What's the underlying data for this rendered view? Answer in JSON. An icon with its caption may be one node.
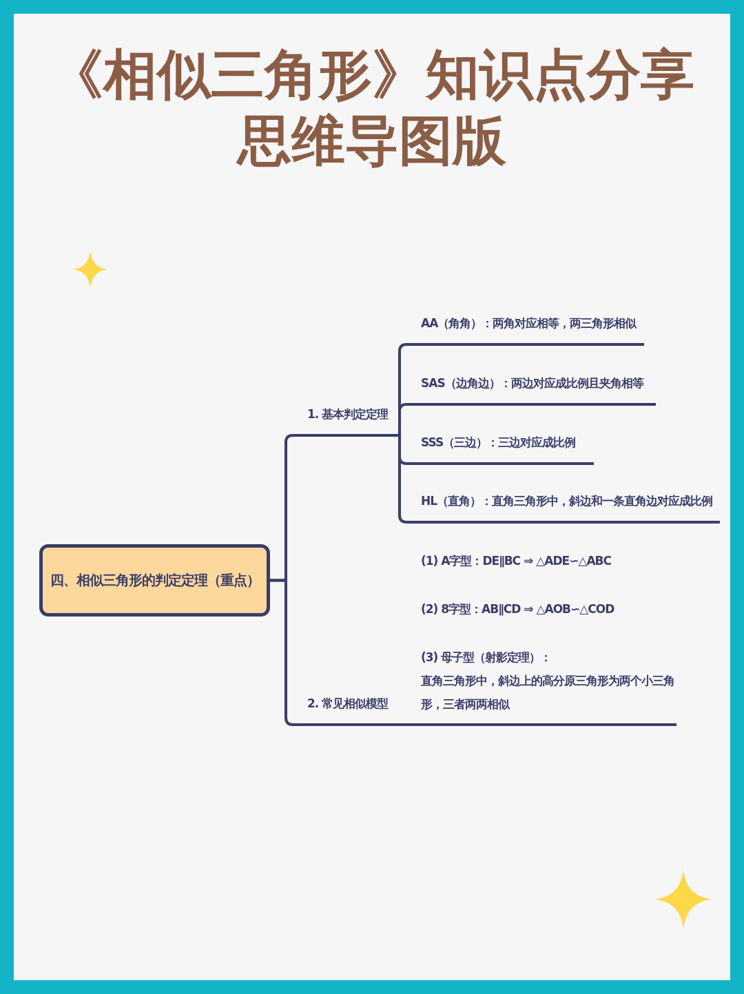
{
  "diagram": {
    "title": "《相似三角形》知识点分享思维导图版",
    "nodes": [
      {
        "text": [
          "四、相似三角形的判定定理（重点）"
        ]
      },
      {
        "text": [
          "1. 基本判定定理"
        ]
      },
      {
        "text": [
          "AA（角角）：两角对应相等，两三角形相似"
        ]
      },
      {
        "text": [
          "SAS（边角边）：两边对应成比例且夹角相等"
        ]
      },
      {
        "text": [
          "SSS（三边）：三边对应成比例"
        ]
      },
      {
        "text": [
          "HL（直角）：直角三角形中，斜边和一条直角边对应成比例"
        ]
      },
      {
        "text": [
          "2. 常见相似模型"
        ]
      },
      {
        "text": [
          "(1) A字型：DE∥BC ⇒ △ADE∽△ABC",
          "(2) 8字型：AB∥CD ⇒ △AOB∽△COD",
          "(3) 母子型（射影定理）：",
          "直角三角形中，斜边上的高分原三角形为两个小三角形，三者两两相似"
        ]
      }
    ],
    "edges": [
      {
        "from": 0,
        "to": 1,
        "arrow": "none"
      },
      {
        "from": 0,
        "to": 6,
        "arrow": "none"
      },
      {
        "from": 1,
        "to": 2,
        "arrow": "none"
      },
      {
        "from": 1,
        "to": 3,
        "arrow": "none"
      },
      {
        "from": 1,
        "to": 4,
        "arrow": "none"
      },
      {
        "from": 1,
        "to": 5,
        "arrow": "none"
      },
      {
        "from": 6,
        "to": 7,
        "arrow": "none"
      }
    ]
  }
}
